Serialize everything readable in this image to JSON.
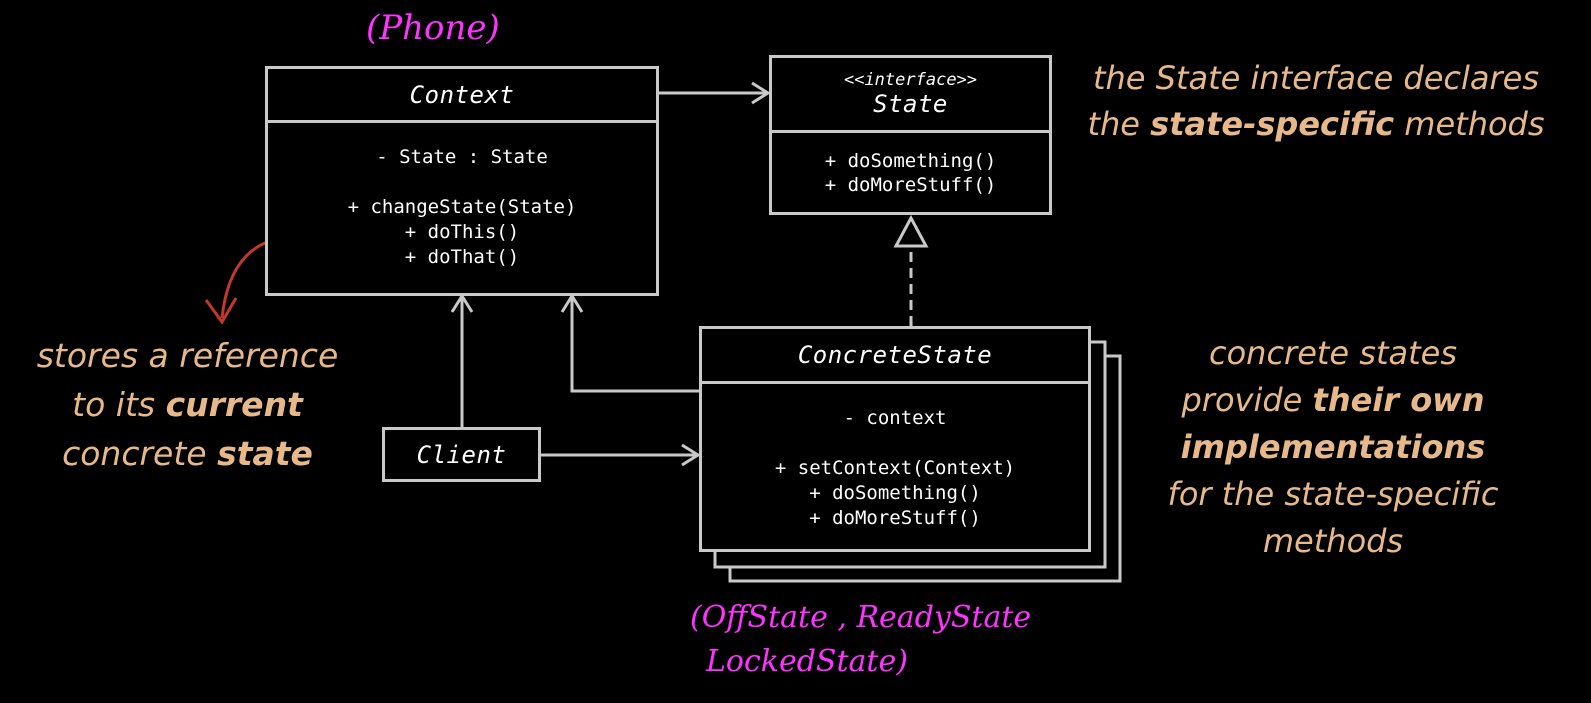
{
  "context": {
    "title": "Context",
    "field": "- State : State",
    "methods": [
      "+ changeState(State)",
      "+ doThis()",
      "+ doThat()"
    ]
  },
  "state": {
    "stereotype": "<<interface>>",
    "title": "State",
    "methods": [
      "+ doSomething()",
      "+ doMoreStuff()"
    ]
  },
  "concrete_state": {
    "title": "ConcreteState",
    "field": "- context",
    "methods": [
      "+ setContext(Context)",
      "+ doSomething()",
      "+ doMoreStuff()"
    ]
  },
  "client": {
    "title": "Client"
  },
  "annotations": {
    "state_note": {
      "line1": "the State interface declares",
      "line2_pre": "the ",
      "line2_bold": "state-specific",
      "line2_post": " methods"
    },
    "context_note": {
      "line1": "stores a reference",
      "line2_pre": "to its ",
      "line2_bold": "current",
      "line3_pre": "concrete ",
      "line3_bold": "state"
    },
    "concrete_note": {
      "line1": "concrete states",
      "line2_pre": "provide ",
      "line2_bold": "their own",
      "line3_bold": "implementations",
      "line4": "for the state-specific",
      "line5": "methods"
    }
  },
  "handwritten": {
    "context_example": "(Phone)",
    "concrete_examples_line1": "(OffState , ReadyState",
    "concrete_examples_line2": "LockedState)"
  },
  "colors": {
    "background": "#000000",
    "box_border": "#c9c9c9",
    "annotation": "#e7b98a",
    "handwriting": "#ff33ff",
    "red_arrow": "#c0392b"
  }
}
